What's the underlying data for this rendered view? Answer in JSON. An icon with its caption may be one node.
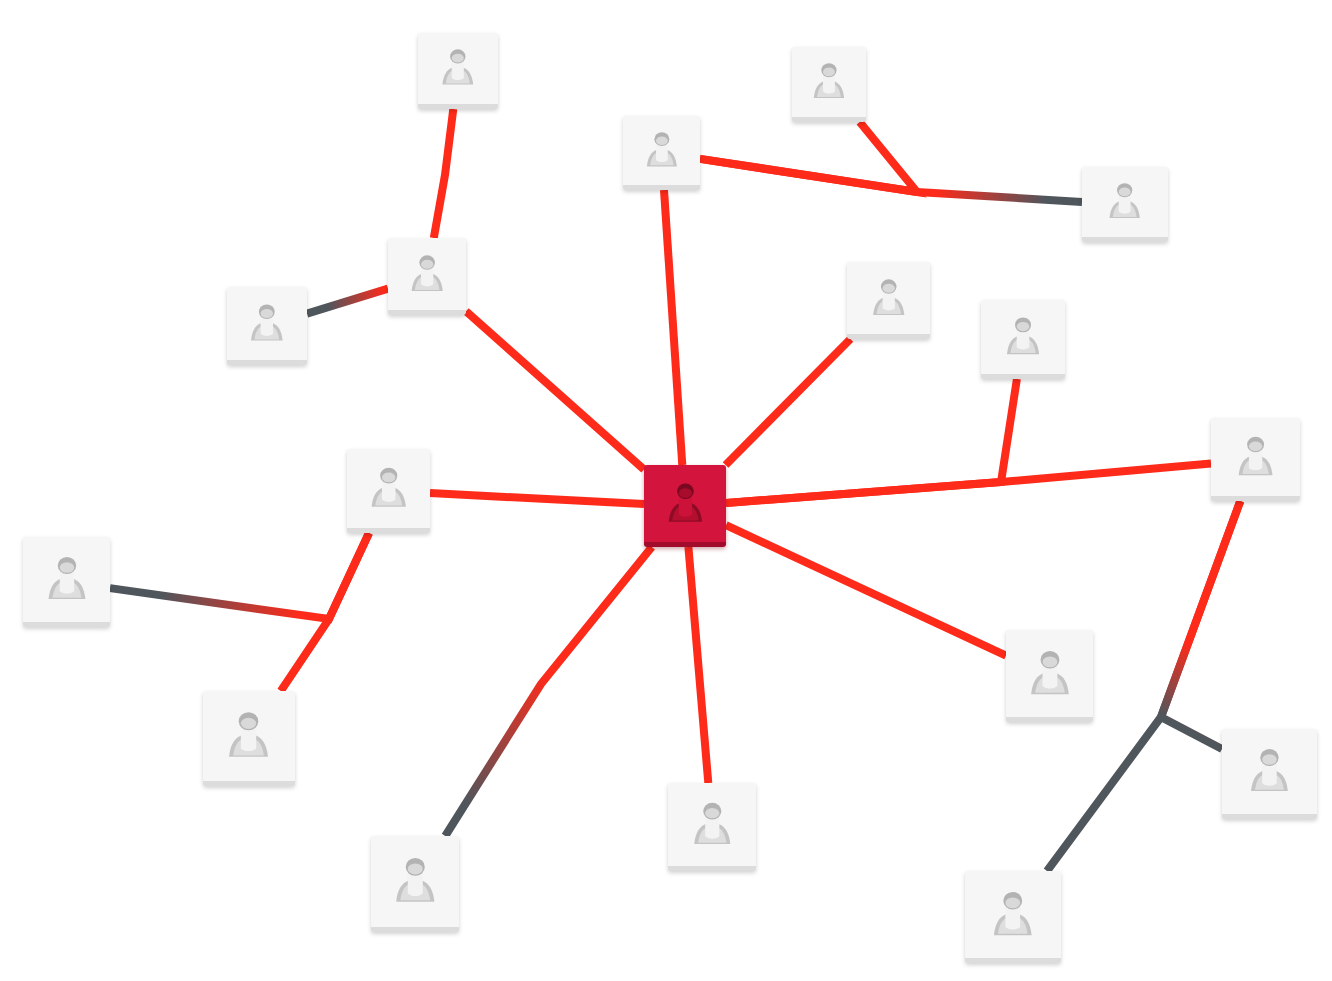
{
  "diagram": {
    "nodes": [
      {
        "text": [],
        "shape": "person"
      },
      {
        "text": [],
        "shape": "person"
      },
      {
        "text": [],
        "shape": "person"
      },
      {
        "text": [],
        "shape": "person"
      },
      {
        "text": [],
        "shape": "person"
      },
      {
        "text": [],
        "shape": "person"
      },
      {
        "text": [],
        "shape": "person"
      },
      {
        "text": [],
        "shape": "person"
      },
      {
        "text": [],
        "shape": "person"
      },
      {
        "text": [],
        "shape": "person"
      },
      {
        "text": [],
        "shape": "person"
      },
      {
        "text": [],
        "shape": "person"
      },
      {
        "text": [],
        "shape": "person"
      },
      {
        "text": [],
        "shape": "person"
      },
      {
        "text": [],
        "shape": "person"
      },
      {
        "text": [],
        "shape": "person"
      },
      {
        "text": [],
        "shape": "person"
      },
      {
        "text": [],
        "shape": "person"
      }
    ],
    "edges": [
      {
        "from": 0,
        "to": 2,
        "arrow": "none"
      },
      {
        "from": 2,
        "to": 1,
        "arrow": "none"
      },
      {
        "from": 2,
        "to": 3,
        "arrow": "none",
        "color": "#4f565c"
      },
      {
        "from": 0,
        "to": 4,
        "arrow": "none"
      },
      {
        "from": 4,
        "to": 5,
        "arrow": "none"
      },
      {
        "from": 4,
        "to": 6,
        "arrow": "none",
        "color": "#4f565c"
      },
      {
        "from": 0,
        "to": 7,
        "arrow": "none"
      },
      {
        "from": 0,
        "to": 8,
        "arrow": "none"
      },
      {
        "from": 0,
        "to": 9,
        "arrow": "none"
      },
      {
        "from": 0,
        "to": 10,
        "arrow": "none"
      },
      {
        "from": 10,
        "to": 11,
        "arrow": "none",
        "color": "#4f565c"
      },
      {
        "from": 10,
        "to": 12,
        "arrow": "none"
      },
      {
        "from": 0,
        "to": 13,
        "arrow": "none",
        "color": "#4f565c"
      },
      {
        "from": 0,
        "to": 14,
        "arrow": "none"
      },
      {
        "from": 0,
        "to": 15,
        "arrow": "none"
      },
      {
        "from": 9,
        "to": 16,
        "arrow": "none",
        "color": "#4f565c"
      },
      {
        "from": 9,
        "to": 17,
        "arrow": "none",
        "color": "#4f565c"
      }
    ]
  }
}
